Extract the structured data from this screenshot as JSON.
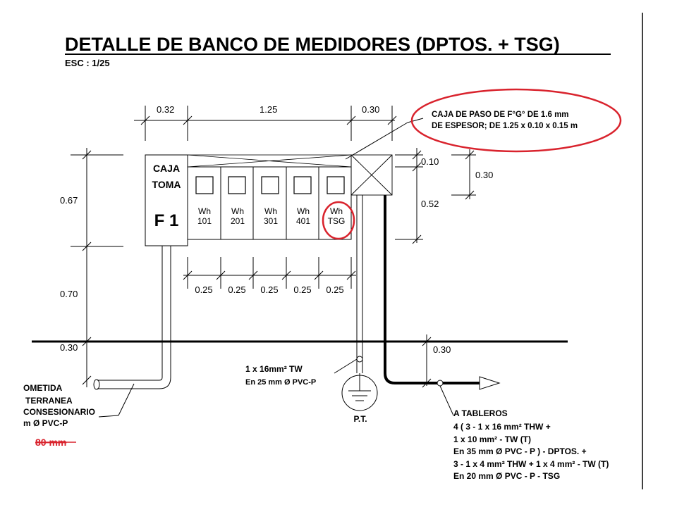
{
  "title": "DETALLE  DE  BANCO  DE  MEDIDORES (DPTOS. + TSG)",
  "scale": "ESC : 1/25",
  "dims_top": [
    "0.32",
    "1.25",
    "0.30"
  ],
  "dims_left": [
    "0.67",
    "0.70",
    "0.30"
  ],
  "dims_right": [
    "0.10",
    "0.52",
    "0.30"
  ],
  "dims_bottom": [
    "0.25",
    "0.25",
    "0.25",
    "0.25",
    "0.25"
  ],
  "dim_ground_right": "0.30",
  "caja_toma": {
    "line1": "CAJA",
    "line2": "TOMA",
    "code": "F 1"
  },
  "meters": [
    {
      "line1": "Wh",
      "line2": "101"
    },
    {
      "line1": "Wh",
      "line2": "201"
    },
    {
      "line1": "Wh",
      "line2": "301"
    },
    {
      "line1": "Wh",
      "line2": "401"
    },
    {
      "line1": "Wh",
      "line2": "TSG"
    }
  ],
  "note_caja_paso": [
    "CAJA DE PASO DE F°G° DE 1.6 mm",
    "DE ESPESOR; DE 1.25 x 0.10 x 0.15 m"
  ],
  "note_ground": [
    "1 x 16mm² TW",
    "En 25 mm Ø  PVC-P"
  ],
  "pt_label": "P.T.",
  "note_acometida": [
    "OMETIDA",
    "TERRANEA",
    " CONSESIONARIO",
    "m Ø  PVC-P"
  ],
  "strike_note": "80 mm",
  "note_tableros": [
    "A TABLEROS",
    "4 ( 3 - 1 x 16 mm² THW +",
    "1 x 10 mm² - TW (T)",
    "En 35 mm Ø PVC - P ) - DPTOS. +",
    "3 - 1 x 4 mm² THW + 1 x  4 mm² - TW (T)",
    "En 20 mm Ø PVC - P  - TSG"
  ],
  "colors": {
    "highlight": "#d9232d",
    "line": "#000000"
  }
}
